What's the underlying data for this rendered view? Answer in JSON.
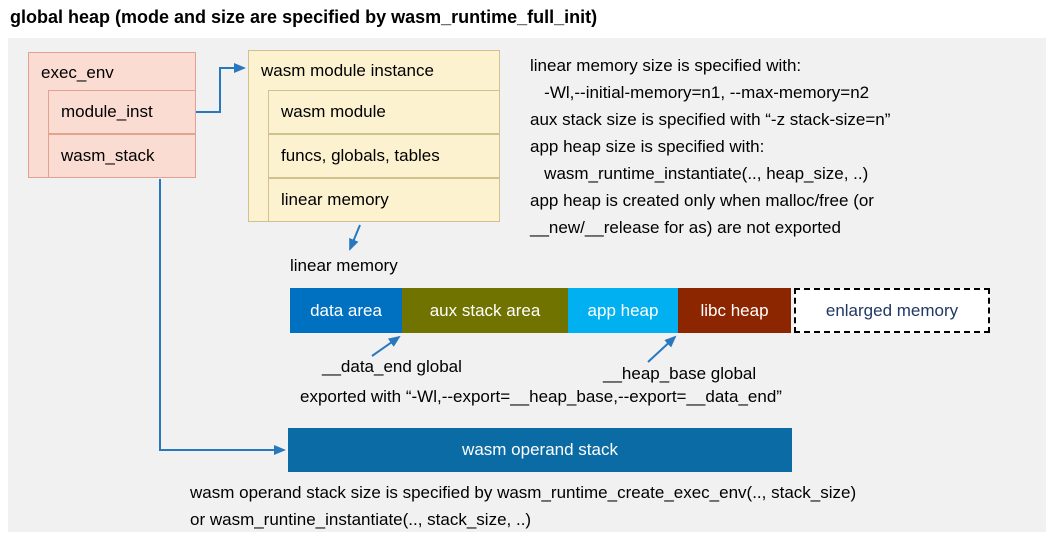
{
  "title": "global heap (mode and size are specified by wasm_runtime_full_init)",
  "exec_env": {
    "label": "exec_env",
    "children": [
      "module_inst",
      "wasm_stack"
    ]
  },
  "module_instance": {
    "label": "wasm module instance",
    "children": [
      "wasm module",
      "funcs, globals, tables",
      "linear memory"
    ]
  },
  "notes": [
    "linear memory size is specified with:",
    "   -Wl,--initial-memory=n1, --max-memory=n2",
    "aux stack size is specified with “-z stack-size=n”",
    "app heap size is specified with:",
    "   wasm_runtime_instantiate(.., heap_size, ..)",
    "app heap is created only when malloc/free (or",
    "__new/__release for as) are not exported"
  ],
  "linear_memory": {
    "label": "linear memory",
    "segments": [
      {
        "label": "data area",
        "color": "#0070c0",
        "text_color": "#ffffff"
      },
      {
        "label": "aux stack area",
        "color": "#707300",
        "text_color": "#ffffff"
      },
      {
        "label": "app heap",
        "color": "#00b0f0",
        "text_color": "#ffffff"
      },
      {
        "label": "libc heap",
        "color": "#8c2600",
        "text_color": "#ffffff"
      },
      {
        "label": "enlarged memory",
        "color": "#ffffff",
        "text_color": "#1f3864"
      }
    ]
  },
  "annotations": {
    "data_end": "__data_end global",
    "heap_base": "__heap_base global",
    "export_note": "exported with “-Wl,--export=__heap_base,--export=__data_end”"
  },
  "operand_stack": {
    "label": "wasm operand stack",
    "color": "#0b6ba4"
  },
  "bottom_notes": [
    "wasm operand stack size is specified by wasm_runtime_create_exec_env(.., stack_size)",
    "or wasm_runtine_instantiate(.., stack_size, ..)"
  ],
  "arrow_color": "#2878be"
}
